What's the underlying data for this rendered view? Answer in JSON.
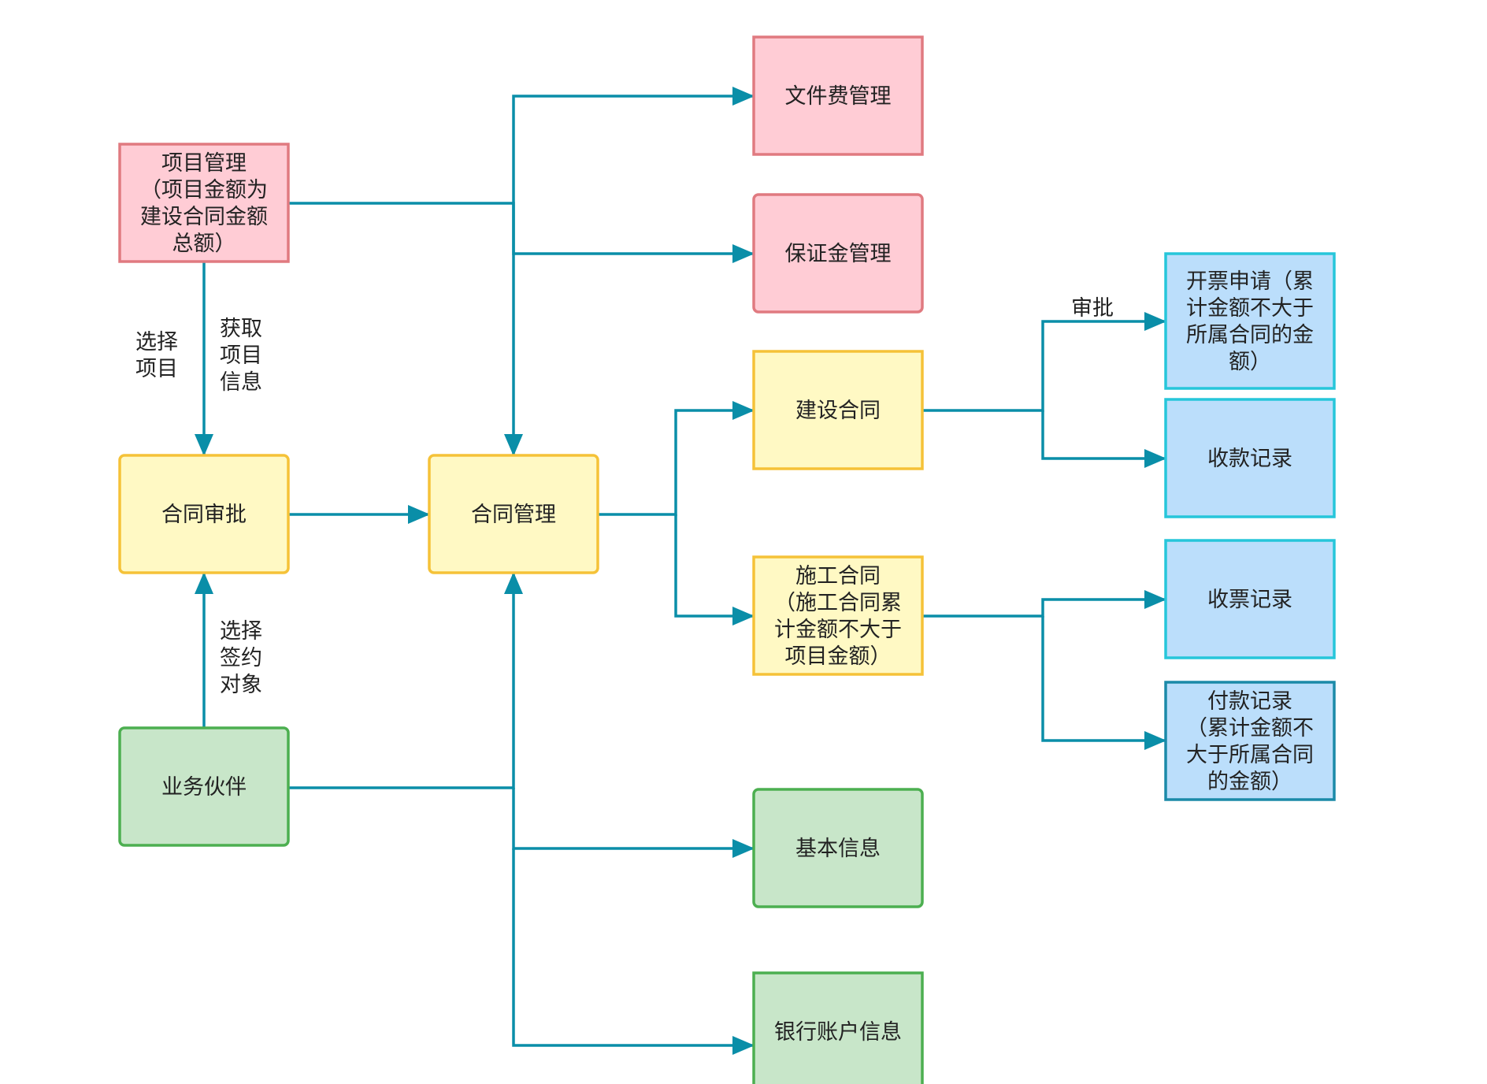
{
  "diagram": {
    "style": {
      "edge_color": "#0a8ea8",
      "palette": {
        "pink": {
          "fill": "#ffccd5",
          "stroke": "#e07a80"
        },
        "yellow": {
          "fill": "#fff9c4",
          "stroke": "#f5c238"
        },
        "green": {
          "fill": "#c8e6c9",
          "stroke": "#4caf50"
        },
        "blue": {
          "fill": "#bbdefb",
          "stroke": "#26c6da"
        },
        "blue-dark": {
          "fill": "#bbdefb",
          "stroke": "#1b8aa8"
        }
      }
    },
    "nodes": [
      {
        "id": "project_mgmt",
        "color": "pink",
        "lines": [
          "项目管理",
          "（项目金额为",
          "建设合同金额",
          "总额）"
        ]
      },
      {
        "id": "contract_approval",
        "color": "yellow",
        "lines": [
          "合同审批"
        ]
      },
      {
        "id": "partner",
        "color": "green",
        "lines": [
          "业务伙伴"
        ]
      },
      {
        "id": "contract_mgmt",
        "color": "yellow",
        "lines": [
          "合同管理"
        ]
      },
      {
        "id": "doc_fee",
        "color": "pink",
        "lines": [
          "文件费管理"
        ]
      },
      {
        "id": "deposit",
        "color": "pink",
        "lines": [
          "保证金管理"
        ]
      },
      {
        "id": "build_contract",
        "color": "yellow",
        "lines": [
          "建设合同"
        ]
      },
      {
        "id": "construction_contract",
        "color": "yellow",
        "lines": [
          "施工合同",
          "（施工合同累",
          "计金额不大于",
          "项目金额）"
        ]
      },
      {
        "id": "basic_info",
        "color": "green",
        "lines": [
          "基本信息"
        ]
      },
      {
        "id": "bank_account",
        "color": "green",
        "lines": [
          "银行账户信息"
        ]
      },
      {
        "id": "invoice_apply",
        "color": "blue",
        "lines": [
          "开票申请（累",
          "计金额不大于",
          "所属合同的金",
          "额）"
        ]
      },
      {
        "id": "receipt_record",
        "color": "blue",
        "lines": [
          "收款记录"
        ]
      },
      {
        "id": "ticket_record",
        "color": "blue",
        "lines": [
          "收票记录"
        ]
      },
      {
        "id": "payment_record",
        "color": "blue-dark",
        "lines": [
          "付款记录",
          "（累计金额不",
          "大于所属合同",
          "的金额）"
        ]
      }
    ],
    "edges": [
      {
        "id": "project_to_approval"
      },
      {
        "id": "partner_to_approval"
      },
      {
        "id": "approval_to_mgmt"
      },
      {
        "id": "project_to_mgmt"
      },
      {
        "id": "project_to_docfee"
      },
      {
        "id": "project_to_deposit"
      },
      {
        "id": "partner_to_mgmt"
      },
      {
        "id": "partner_to_basic"
      },
      {
        "id": "partner_to_bank"
      },
      {
        "id": "mgmt_to_build"
      },
      {
        "id": "mgmt_to_construction"
      },
      {
        "id": "build_to_invoice"
      },
      {
        "id": "build_to_receipt"
      },
      {
        "id": "construction_to_ticket"
      },
      {
        "id": "construction_to_payment"
      }
    ],
    "labels": [
      {
        "id": "select_project",
        "lines": [
          "选择",
          "项目"
        ]
      },
      {
        "id": "get_project_info",
        "lines": [
          "获取",
          "项目",
          "信息"
        ]
      },
      {
        "id": "select_counterparty",
        "lines": [
          "选择",
          "签约",
          "对象"
        ]
      },
      {
        "id": "approve",
        "lines": [
          "审批"
        ]
      }
    ]
  }
}
